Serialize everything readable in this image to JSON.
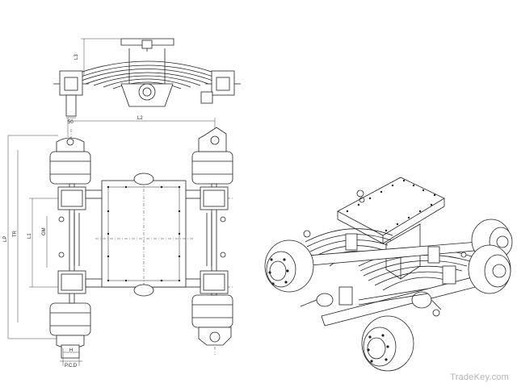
{
  "labels": {
    "l3": "L3",
    "dim_50": "50",
    "l2": "L2",
    "tr": "TR",
    "lp": "LP",
    "l1": "L1",
    "gm": "GM",
    "h": "H",
    "pcd": "P.C.D"
  },
  "watermark": "TradeKey.com"
}
